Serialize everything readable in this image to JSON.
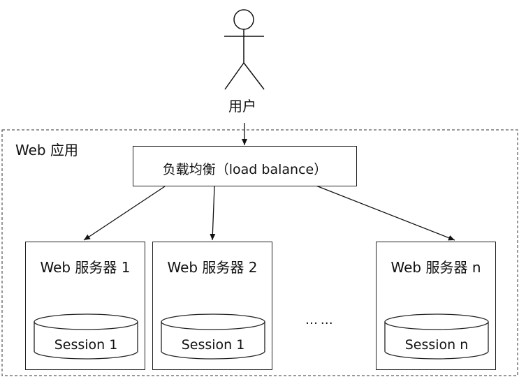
{
  "user": {
    "label": "用户"
  },
  "app": {
    "label": "Web 应用"
  },
  "load_balancer": {
    "label": "负载均衡（load balance）"
  },
  "servers": [
    {
      "label": "Web 服务器 1",
      "session": "Session 1"
    },
    {
      "label": "Web 服务器 2",
      "session": "Session 1"
    },
    {
      "label": "Web 服务器 n",
      "session": "Session n"
    }
  ],
  "ellipsis": "… …"
}
